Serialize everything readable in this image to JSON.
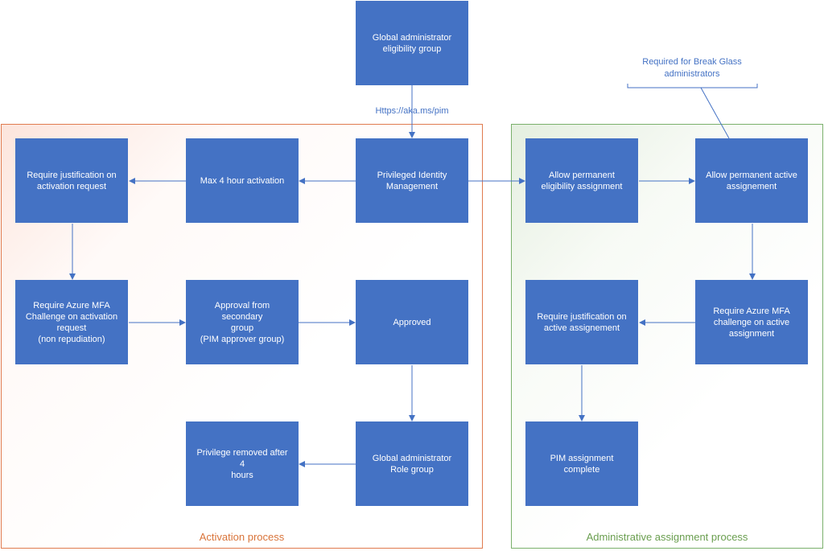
{
  "nodes": {
    "global_admin_eligibility": "Global administrator\neligibility group",
    "pim": "Privileged Identity\nManagement",
    "max_4_hour": "Max 4 hour activation",
    "require_justification_activation": "Require justification on\nactivation request",
    "require_mfa_activation": "Require Azure MFA\nChallenge on activation\nrequest\n(non repudiation)",
    "approval_secondary": "Approval from secondary\ngroup\n(PIM approver group)",
    "approved": "Approved",
    "global_admin_role": "Global administrator\nRole group",
    "privilege_removed": "Privilege removed after 4\nhours",
    "allow_permanent_eligibility": "Allow permanent\neligibility assignment",
    "allow_permanent_active": "Allow permanent active\nassignement",
    "require_mfa_active": "Require Azure MFA\nchallenge on active\nassignment",
    "require_justification_active": "Require justification on\nactive assignement",
    "pim_complete": "PIM assignment\ncomplete"
  },
  "labels": {
    "url": "Https://aka.ms/pim",
    "break_glass": "Required for Break Glass\nadministrators"
  },
  "groups": {
    "activation": "Activation process",
    "admin": "Administrative assignment process"
  },
  "colors": {
    "node_fill": "#4472c4",
    "connector": "#4472c4",
    "activation_border": "#e07b4f",
    "admin_border": "#7ab06b"
  }
}
